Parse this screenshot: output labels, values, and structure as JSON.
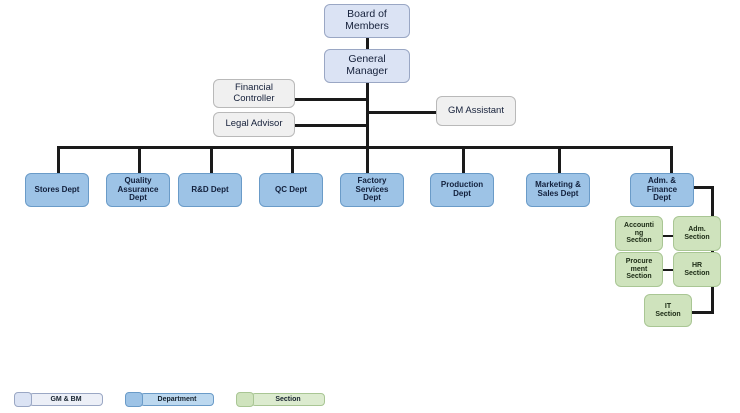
{
  "chart": {
    "type": "org-chart",
    "title": "",
    "nodes": {
      "board": {
        "label": "Board of\nMembers",
        "level": "executive",
        "color": "#dbe3f4"
      },
      "general_manager": {
        "label": "General\nManager",
        "level": "executive",
        "color": "#dbe3f4"
      },
      "financial_controller": {
        "label": "Financial\nController",
        "level": "staff",
        "color": "#f0f0f0"
      },
      "legal_advisor": {
        "label": "Legal Advisor",
        "level": "staff",
        "color": "#f0f0f0"
      },
      "gm_assistant": {
        "label": "GM Assistant",
        "level": "staff",
        "color": "#f0f0f0"
      }
    },
    "departments": [
      {
        "id": "stores",
        "label": "Stores Dept"
      },
      {
        "id": "quality_assurance",
        "label": "Quality\nAssurance\nDept"
      },
      {
        "id": "rnd",
        "label": "R&D Dept"
      },
      {
        "id": "qc",
        "label": "QC Dept"
      },
      {
        "id": "factory_services",
        "label": "Factory\nServices\nDept"
      },
      {
        "id": "production",
        "label": "Production\nDept"
      },
      {
        "id": "marketing_sales",
        "label": "Marketing &\nSales Dept"
      },
      {
        "id": "adm_finance",
        "label": "Adm. &\nFinance\nDept"
      }
    ],
    "sections": [
      {
        "id": "accounting",
        "label": "Accounti\nng\nSection",
        "parent": "adm_finance"
      },
      {
        "id": "adm",
        "label": "Adm.\nSection",
        "parent": "adm_finance"
      },
      {
        "id": "procurement",
        "label": "Procure\nment\nSection",
        "parent": "adm_finance"
      },
      {
        "id": "hr",
        "label": "HR\nSection",
        "parent": "adm_finance"
      },
      {
        "id": "it",
        "label": "IT\nSection",
        "parent": "adm_finance"
      }
    ],
    "legend": [
      {
        "id": "gm-bm",
        "label": "GM & BM",
        "color": "#dbe3f4"
      },
      {
        "id": "department",
        "label": "Department",
        "color": "#9dc3e6"
      },
      {
        "id": "section",
        "label": "Section",
        "color": "#cfe3bd"
      }
    ]
  }
}
